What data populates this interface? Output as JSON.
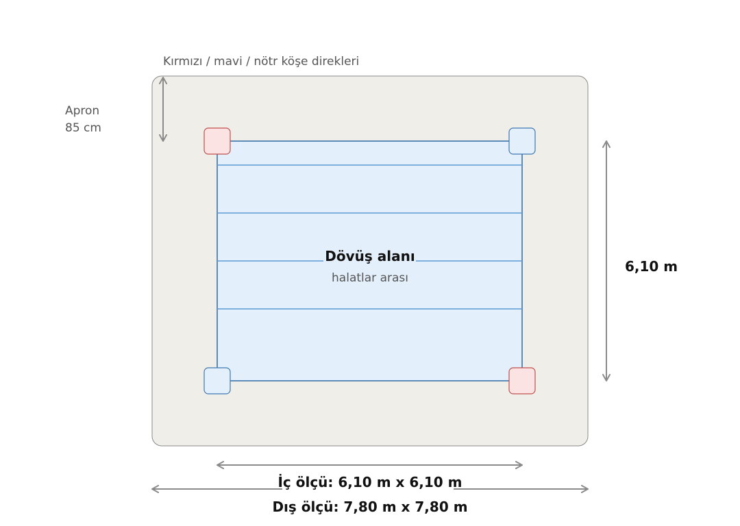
{
  "labels": {
    "posts_caption": "Kırmızı / mavi / nötr köşe direkleri",
    "apron_label": "Apron",
    "apron_size": "85 cm",
    "ring_title": "Dövüş alanı",
    "ring_subtitle": "halatlar arası",
    "side_dimension": "6,10 m",
    "inner_size": "İç ölçü: 6,10 m x 6,10 m",
    "outer_size": "Dış ölçü: 7,80 m x 7,80 m"
  },
  "colors": {
    "apron_fill": "#f0eee9",
    "apron_stroke": "#8a8a8a",
    "ring_fill": "#e3effa",
    "ring_stroke": "#2f6aa6",
    "rope": "#5c9bd6",
    "red_post_fill": "#fbe3e3",
    "red_post_stroke": "#c0504d",
    "blue_post_fill": "#e3effa",
    "blue_post_stroke": "#3e78b2",
    "arrow": "#8a8a8a"
  },
  "corner_posts": {
    "top_left": "red",
    "top_right": "blue",
    "bottom_left": "blue",
    "bottom_right": "red"
  }
}
